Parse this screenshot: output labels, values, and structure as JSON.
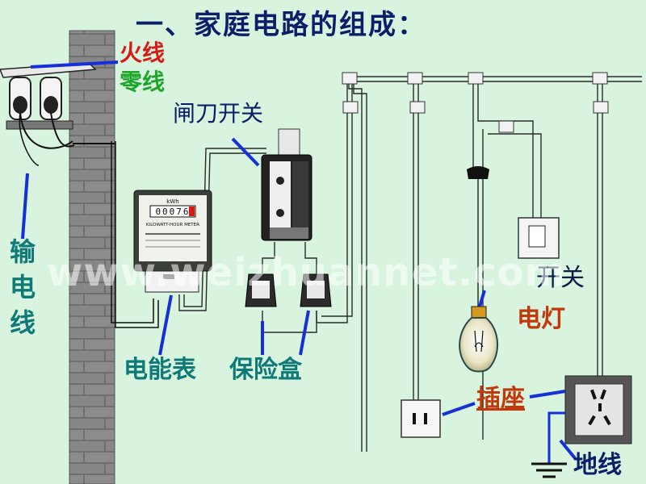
{
  "title": "一、家庭电路的组成：",
  "labels": {
    "live_wire": "火线",
    "neutral_wire": "零线",
    "knife_switch": "闸刀开关",
    "transmission_line": "输电线",
    "energy_meter": "电能表",
    "fuse_box": "保险盒",
    "switch": "开关",
    "lamp": "电灯",
    "socket": "插座",
    "ground_wire": "地线"
  },
  "meter": {
    "unit": "kWh",
    "reading": "00076",
    "name": "KILOWATT-HOUR METER"
  },
  "watermark": "www.weizhuannet.com",
  "colors": {
    "background": "#d8f3de",
    "title": "#0b1e6a",
    "live": "#d91a14",
    "neutral": "#1da42a",
    "teal_text": "#0e7a77",
    "orange_text": "#c2380a",
    "pointer": "#1530d8"
  }
}
